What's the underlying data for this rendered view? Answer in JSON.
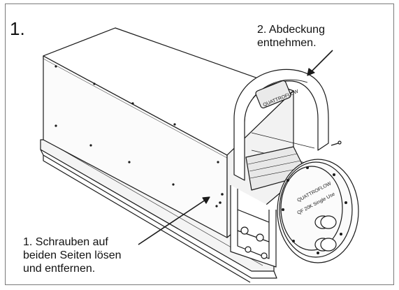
{
  "step_number": "1.",
  "callouts": {
    "remove_cover": "2. Abdeckung\nentnehmen.",
    "remove_screws": "1. Schrauben auf\nbeiden Seiten lösen\nund entfernen."
  },
  "pump_head_logo": "QUATTROFLOW",
  "pump_head_model": "QF 20K Single Use",
  "colors": {
    "line": "#1a1a1a",
    "frame": "#7a7a7a",
    "shade": "#d9d9d9"
  }
}
